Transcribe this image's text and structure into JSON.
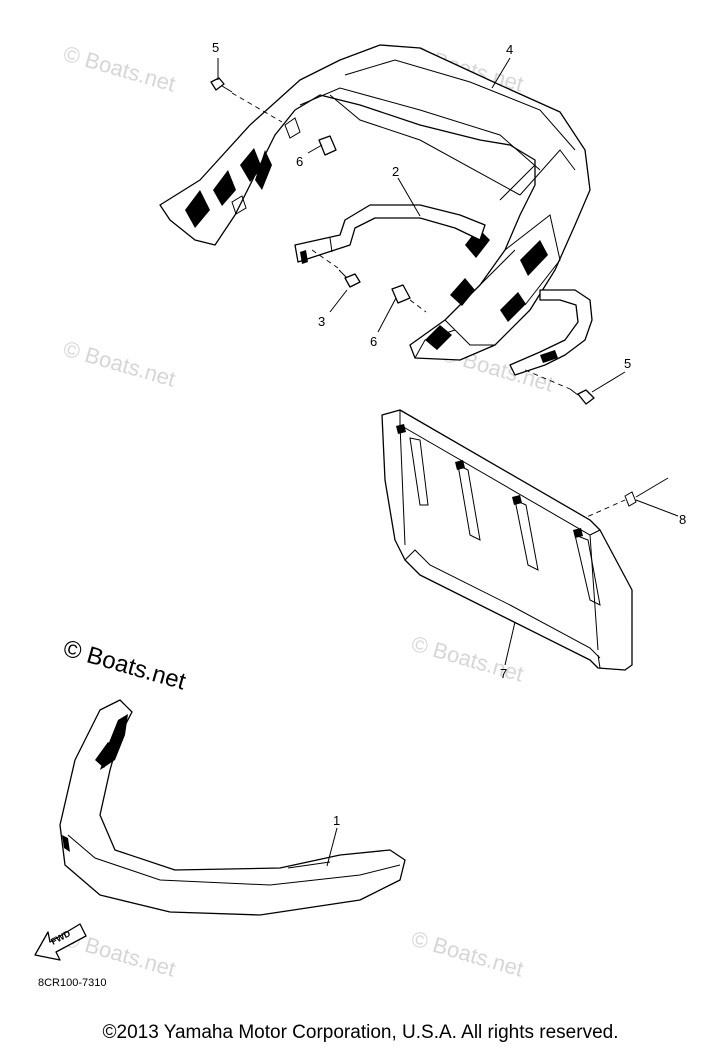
{
  "diagram": {
    "callouts": [
      {
        "id": "1",
        "label": "1"
      },
      {
        "id": "2",
        "label": "2"
      },
      {
        "id": "3",
        "label": "3"
      },
      {
        "id": "4",
        "label": "4"
      },
      {
        "id": "5a",
        "label": "5"
      },
      {
        "id": "5b",
        "label": "5"
      },
      {
        "id": "6a",
        "label": "6"
      },
      {
        "id": "6b",
        "label": "6"
      },
      {
        "id": "7",
        "label": "7"
      },
      {
        "id": "8",
        "label": "8"
      }
    ],
    "watermark_text": "© Boats.net",
    "fwd_label": "FWD",
    "diagram_code": "8CR100-7310"
  },
  "footer": {
    "copyright": "©2013 Yamaha Motor Corporation, U.S.A. All rights reserved."
  }
}
